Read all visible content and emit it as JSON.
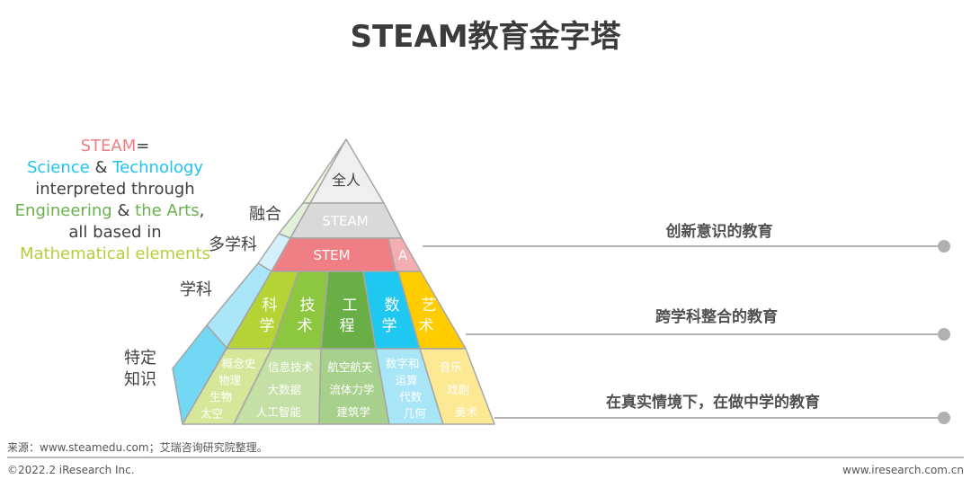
{
  "title": "STEAM教育金字塔",
  "definition": {
    "line1": {
      "steam": "STEAM",
      "eq": "="
    },
    "line2": {
      "science": "Science",
      "amp": " & ",
      "technology": "Technology"
    },
    "line3": "interpreted through",
    "line4": {
      "engineering": "Engineering",
      "amp": " & ",
      "arts": "the Arts",
      "comma": ","
    },
    "line5": "all based in",
    "line6": "Mathematical elements",
    "colors": {
      "steam": "#f07d82",
      "blue": "#1fc3ef",
      "green": "#6ab04c",
      "lime": "#b3cf3a",
      "dark": "#404040"
    }
  },
  "side_labels": {
    "fusion": "融合",
    "multi": "多学科",
    "discipline": "学科",
    "specific_1": "特定",
    "specific_2": "知识"
  },
  "pyramid": {
    "top": "全人",
    "steam": "STEAM",
    "stem": "STEM",
    "a": "A",
    "subjects": [
      {
        "c1": "科",
        "c2": "学",
        "color": "#b5d334"
      },
      {
        "c1": "技",
        "c2": "术",
        "color": "#8dc63f"
      },
      {
        "c1": "工",
        "c2": "程",
        "color": "#6aaf45"
      },
      {
        "c1": "数",
        "c2": "学",
        "color": "#1ec8f0"
      },
      {
        "c1": "艺",
        "c2": "术",
        "color": "#ffcc00"
      }
    ],
    "details": [
      {
        "items": [
          "概念史",
          "物理",
          "生物",
          "太空"
        ],
        "color": "#d6e79a"
      },
      {
        "items": [
          "信息技术",
          "大数据",
          "人工智能"
        ],
        "color": "#c4e0a4"
      },
      {
        "items": [
          "航空航天",
          "流体力学",
          "建筑学"
        ],
        "color": "#a8d08d"
      },
      {
        "items": [
          "数字和",
          "运算",
          "代数",
          "几何"
        ],
        "color": "#a8e5f6"
      },
      {
        "items": [
          "音乐",
          "戏剧",
          "美术"
        ],
        "color": "#fde993"
      }
    ]
  },
  "levels": [
    {
      "label": "创新意识的教育"
    },
    {
      "label": "跨学科整合的教育"
    },
    {
      "label": "在真实情境下，在做中学的教育"
    }
  ],
  "footer": {
    "source": "来源：www.steamedu.com；艾瑞咨询研究院整理。",
    "copyright": "©2022.2 iResearch Inc.",
    "website": "www.iresearch.com.cn"
  }
}
